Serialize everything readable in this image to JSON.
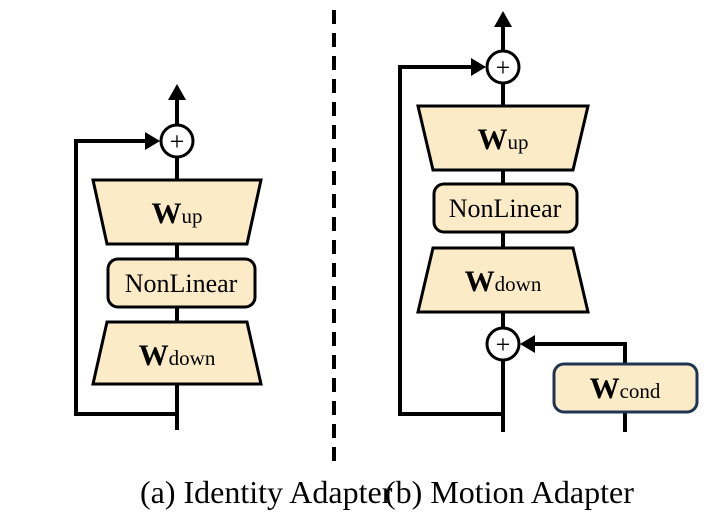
{
  "panels": [
    {
      "caption": "(a) Identity Adapter",
      "w_up": {
        "main": "W",
        "sub": "up"
      },
      "nonlinear": "NonLinear",
      "w_down": {
        "main": "W",
        "sub": "down"
      },
      "sum_symbol": "+"
    },
    {
      "caption": "(b) Motion Adapter",
      "w_up": {
        "main": "W",
        "sub": "up"
      },
      "nonlinear": "NonLinear",
      "w_down": {
        "main": "W",
        "sub": "down"
      },
      "w_cond": {
        "main": "W",
        "sub": "cond"
      },
      "sum_symbol": "+"
    }
  ],
  "colors": {
    "block_fill": "#fbecc7",
    "stroke": "#000000",
    "cond_border": "#1f3450",
    "divider": "#000000"
  }
}
